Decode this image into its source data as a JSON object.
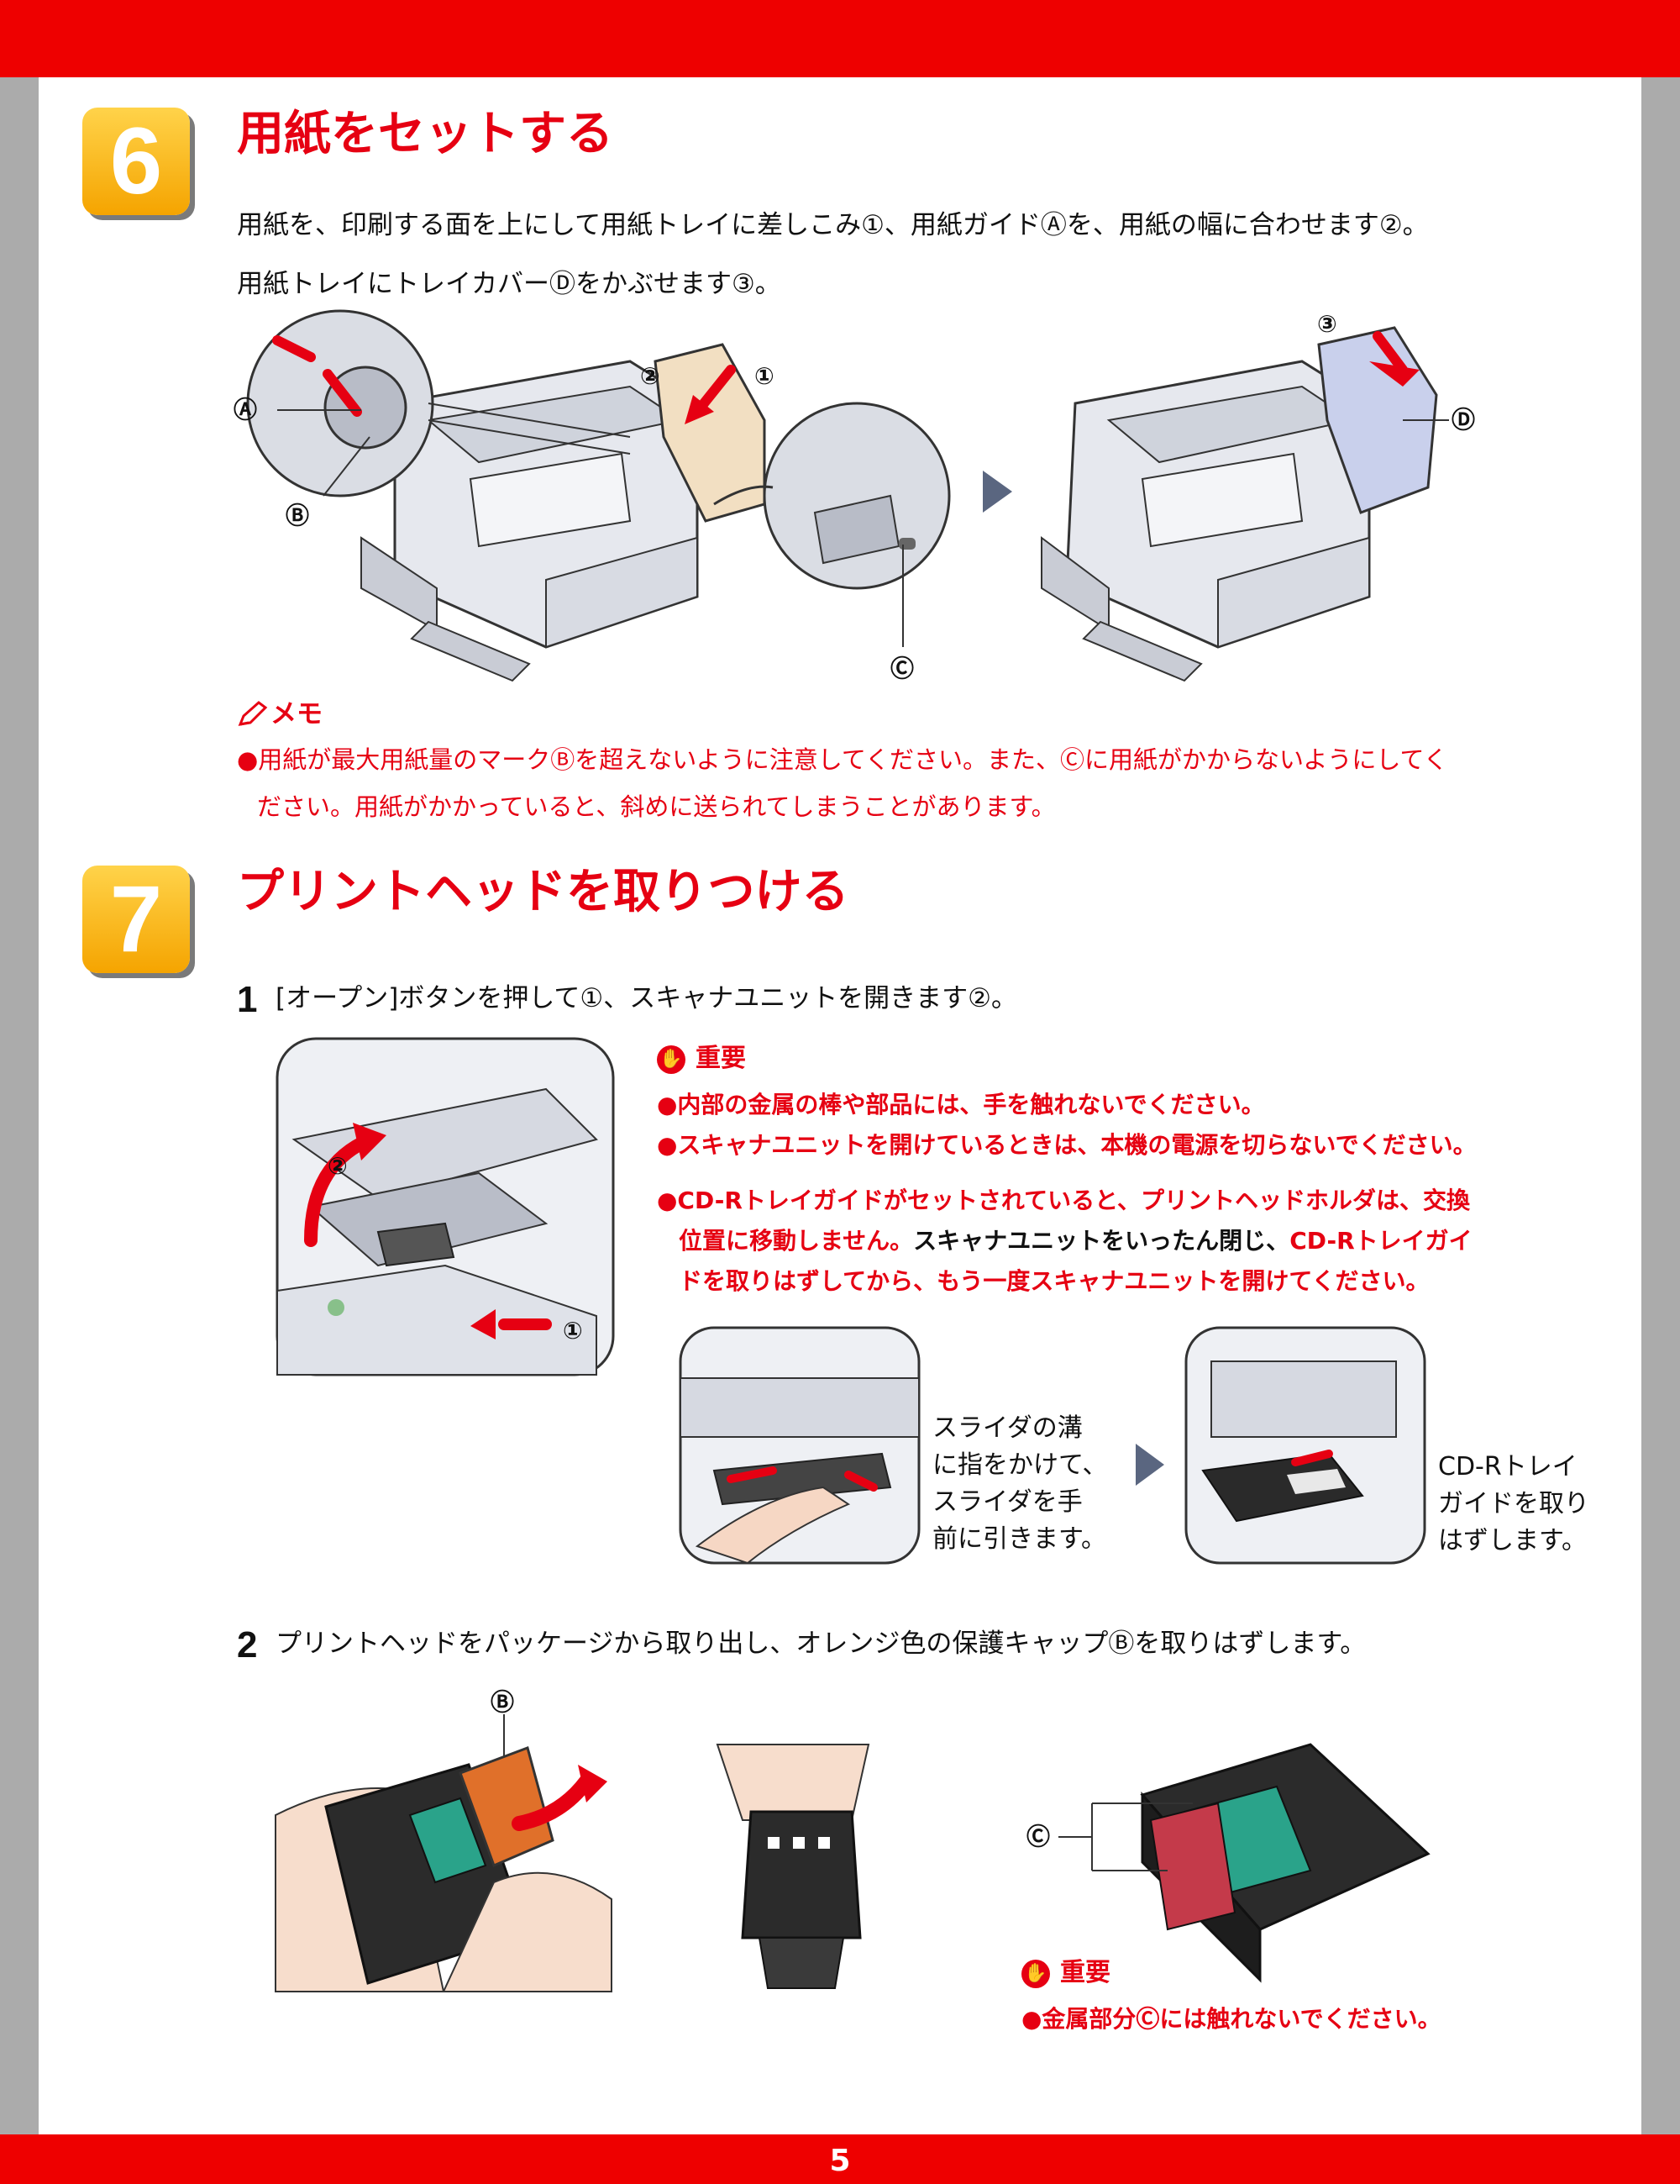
{
  "step6": {
    "number": "6",
    "title": "用紙をセットする",
    "line1": "用紙を、印刷する面を上にして用紙トレイに差しこみ①、用紙ガイドⒶを、用紙の幅に合わせます②。",
    "line2": "用紙トレイにトレイカバーⒹをかぶせます③。",
    "callouts": {
      "a": "Ⓐ",
      "b": "Ⓑ",
      "c": "Ⓒ",
      "d": "Ⓓ",
      "n1": "①",
      "n2": "②",
      "n3": "③"
    },
    "memo_label": "メモ",
    "memo_line1": "●用紙が最大用紙量のマークⒷを超えないように注意してください。また、Ⓒに用紙がかからないようにしてく",
    "memo_line2": "ださい。用紙がかかっていると、斜めに送られてしまうことがあります。"
  },
  "step7": {
    "number": "7",
    "title": "プリントヘッドを取りつける",
    "sub1": {
      "number": "1",
      "text": "[オープン]ボタンを押して①、スキャナユニットを開きます②。",
      "important_label": "重要",
      "imp1": "●内部の金属の棒や部品には、手を触れないでください。",
      "imp2": "●スキャナユニットを開けているときは、本機の電源を切らないでください。",
      "imp3_line1": "●CD-Rトレイガイドがセットされていると、プリントヘッドホルダは、交換",
      "imp3_line2_red": "位置に移動しません。",
      "imp3_line2_black": "スキャナユニットをいったん閉じ、",
      "imp3_line2_red2": "CD-Rトレイガイ",
      "imp3_line3": "ドを取りはずしてから、もう一度スキャナユニットを開けてください。",
      "cap_left": [
        "スライダの溝",
        "に指をかけて、",
        "スライダを手",
        "前に引きます。"
      ],
      "cap_right": [
        "CD-Rトレイ",
        "ガイドを取り",
        "はずします。"
      ],
      "callouts": {
        "n1": "①",
        "n2": "②"
      }
    },
    "sub2": {
      "number": "2",
      "text": "プリントヘッドをパッケージから取り出し、オレンジ色の保護キャップⒷを取りはずします。",
      "callouts": {
        "b": "Ⓑ",
        "c": "Ⓒ"
      },
      "important_label": "重要",
      "imp1": "●金属部分Ⓒには触れないでください。"
    }
  },
  "page_number": "5",
  "colors": {
    "accent_red": "#e60012",
    "badge_yellow": "#f5a400",
    "frame_gray": "#ababab"
  }
}
